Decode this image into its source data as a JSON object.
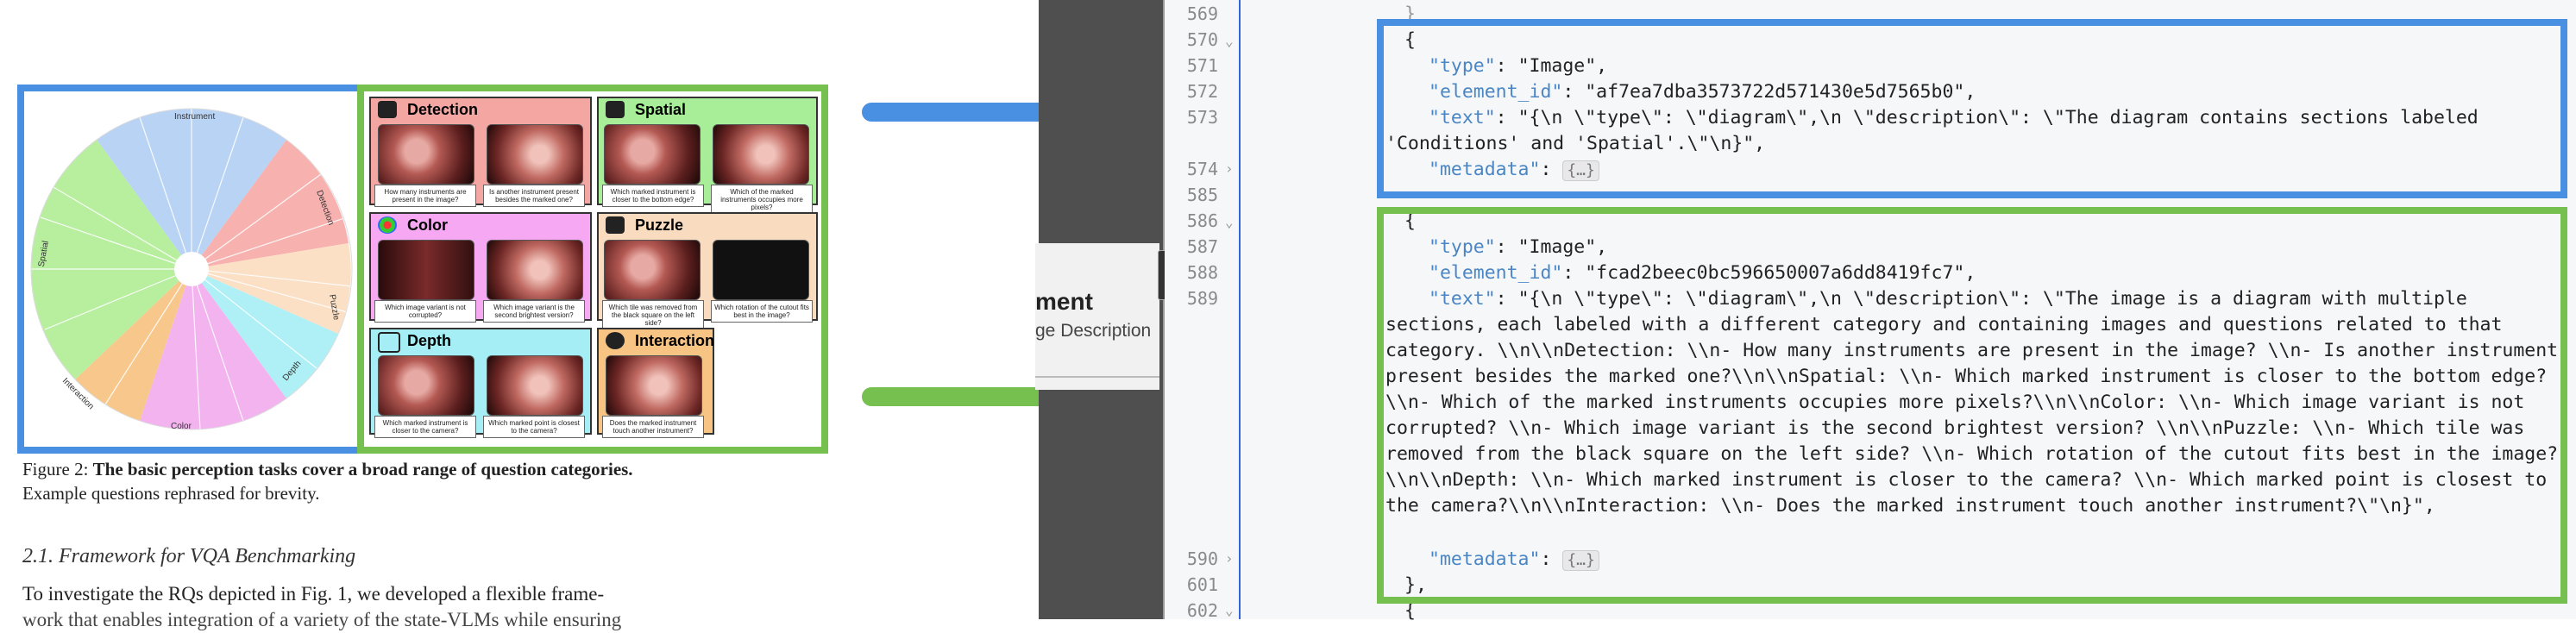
{
  "paper": {
    "figure_caption_prefix": "Figure 2:",
    "figure_caption_bold": "The basic perception tasks cover a broad range of question categories.",
    "figure_caption_rest": "Example questions rephrased for brevity.",
    "section_heading": "2.1.  Framework for VQA Benchmarking",
    "paragraph_line1": "To investigate the RQs depicted in Fig. 1, we developed a flexible frame-",
    "paragraph_line2": "work that enables integration of a variety of the state-VLMs while ensuring",
    "wheel_labels": {
      "top": "Instrument",
      "left": "Spatial",
      "right": "Puzzle",
      "bottom_left": "Interaction",
      "bottom": "Color",
      "bottom_right": "Depth",
      "top_right": "Detection"
    },
    "tiles": [
      {
        "title": "Detection",
        "q1": "How many instruments are present in the image?",
        "q2": "Is another instrument present besides the marked one?",
        "color": "#f4a6a3"
      },
      {
        "title": "Spatial",
        "q1": "Which marked instrument is closer to the bottom edge?",
        "q2": "Which of the marked instruments occupies more pixels?",
        "color": "#a8ee99"
      },
      {
        "title": "Color",
        "q1": "Which image variant is not corrupted?",
        "q2": "Which image variant is the second brightest version?",
        "color": "#f6a8f2"
      },
      {
        "title": "Puzzle",
        "q1": "Which tile was removed from the black square on the left side?",
        "q2": "Which rotation of the cutout fits best in the image?",
        "color": "#f9dcc0"
      },
      {
        "title": "Depth",
        "q1": "Which marked instrument is closer to the camera?",
        "q2": "Which marked point is closest to the camera?",
        "color": "#a6eef5"
      },
      {
        "title": "Interaction",
        "q1": "Does the marked instrument touch another instrument?",
        "color": "#f7c483"
      }
    ],
    "ellipsis": "■■■"
  },
  "fragment": {
    "heading": "ment",
    "subtext": "ge Description"
  },
  "editor": {
    "line_numbers": [
      "569",
      "570",
      "571",
      "572",
      "573",
      "574",
      "585",
      "586",
      "587",
      "588",
      "589",
      "590",
      "601",
      "602"
    ],
    "block1": {
      "brace": "{",
      "type_key": "\"type\"",
      "type_val": "\"Image\"",
      "id_key": "\"element_id\"",
      "id_val": "\"af7ea7dba3573722d571430e5d7565b0\"",
      "text_key": "\"text\"",
      "text_val": "\"{\\n  \\\"type\\\": \\\"diagram\\\",\\n  \\\"description\\\": \\\"The diagram contains sections labeled 'Conditions' and 'Spatial'.\\\"\\n}\"",
      "meta_key": "\"metadata\"",
      "meta_val": "{…}"
    },
    "block2": {
      "brace": "{",
      "type_key": "\"type\"",
      "type_val": "\"Image\"",
      "id_key": "\"element_id\"",
      "id_val": "\"fcad2beec0bc596650007a6dd8419fc7\"",
      "text_key": "\"text\"",
      "text_val": "\"{\\n  \\\"type\\\": \\\"diagram\\\",\\n  \\\"description\\\": \\\"The image is a diagram with multiple sections, each labeled with a different category and containing images and questions related to that category. \\\\n\\\\nDetection: \\\\n- How many instruments are present in the image? \\\\n- Is another instrument present besides the marked one?\\\\n\\\\nSpatial: \\\\n- Which marked instrument is closer to the bottom edge? \\\\n- Which of the marked instruments occupies more pixels?\\\\n\\\\nColor: \\\\n- Which image variant is not corrupted? \\\\n- Which image variant is the second brightest version? \\\\n\\\\nPuzzle: \\\\n- Which tile was removed from the black square on the left side? \\\\n- Which rotation of the cutout fits best in the image?\\\\n\\\\nDepth: \\\\n- Which marked instrument is closer to the camera? \\\\n- Which marked point is closest to the camera?\\\\n\\\\nInteraction: \\\\n- Does the marked instrument touch another instrument?\\\"\\n}\"",
      "meta_key": "\"metadata\"",
      "meta_val": "{…}"
    },
    "closing": "},",
    "next_brace": "{",
    "prev_brace": "}"
  },
  "colors": {
    "blue": "#4a90e2",
    "green": "#76c04f"
  }
}
